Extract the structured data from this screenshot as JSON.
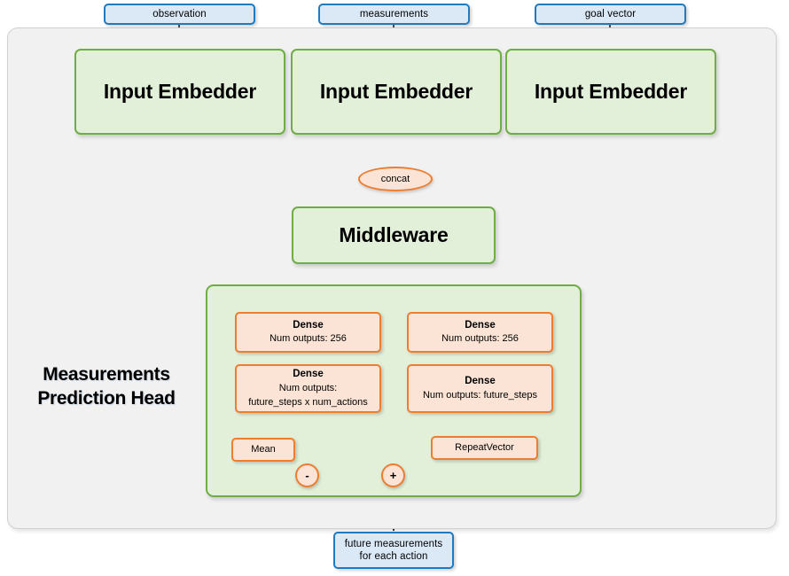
{
  "diagram": {
    "title": "Measurements Prediction Head network diagram",
    "colors": {
      "blue_fill": "#dbe8f6",
      "blue_border": "#1f7ac0",
      "green_fill": "#e2efd9",
      "green_border": "#70ad47",
      "orange_fill": "#fbe4d5",
      "orange_border": "#ed7d31",
      "container_fill": "#f1f1f1",
      "container_border": "#d0d0d0",
      "edge_color": "#1a1a1a"
    }
  },
  "inputs": [
    {
      "label": "observation"
    },
    {
      "label": "measurements"
    },
    {
      "label": "goal vector"
    }
  ],
  "embedders": [
    {
      "label": "Input Embedder"
    },
    {
      "label": "Input Embedder"
    },
    {
      "label": "Input Embedder"
    }
  ],
  "concat": {
    "label": "concat"
  },
  "middleware": {
    "label": "Middleware"
  },
  "head": {
    "label_line1": "Measurements",
    "label_line2": "Prediction Head",
    "left_branch": {
      "dense_1": {
        "title": "Dense",
        "detail": "Num outputs: 256"
      },
      "dense_2": {
        "title": "Dense",
        "detail_line1": "Num outputs:",
        "detail_line2": "future_steps x num_actions"
      },
      "mean": {
        "label": "Mean"
      }
    },
    "right_branch": {
      "dense_1": {
        "title": "Dense",
        "detail": "Num outputs: 256"
      },
      "dense_2": {
        "title": "Dense",
        "detail_line1": "Num outputs: future_steps"
      },
      "repeat_vector": {
        "label": "RepeatVector"
      }
    },
    "operators": {
      "subtract": {
        "symbol": "-"
      },
      "add": {
        "symbol": "+"
      }
    }
  },
  "output": {
    "line1": "future measurements",
    "line2": "for each action"
  }
}
